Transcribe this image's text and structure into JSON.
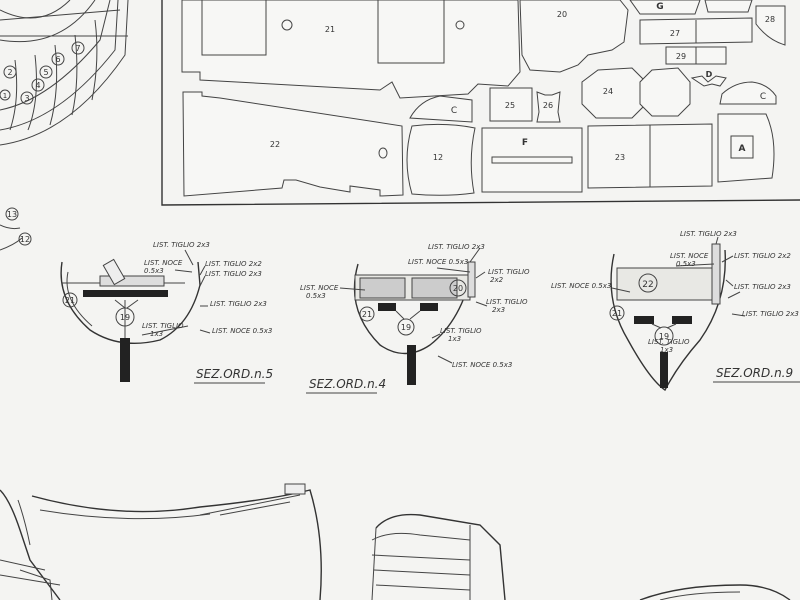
{
  "parts": {
    "p20": "20",
    "p21": "21",
    "pG": "G",
    "p28": "28",
    "p27": "27",
    "p29": "29",
    "pD": "D",
    "pC1": "C",
    "pC2": "C",
    "p25": "25",
    "p26": "26",
    "p24": "24",
    "p22": "22",
    "p12": "12",
    "pF": "F",
    "p23": "23",
    "pA": "A"
  },
  "frames": [
    "7",
    "6",
    "5",
    "4",
    "3",
    "2",
    "1"
  ],
  "left_marks": [
    "13",
    "12"
  ],
  "sec5": {
    "title": "SEZ.ORD.n.5",
    "list_tiglio_2x3_top": "LIST. TIGLIO 2x3",
    "list_noce": "LIST. NOCE",
    "noce_size": "0.5x3",
    "list_tiglio_2x2": "LIST. TIGLIO 2x2",
    "list_tiglio_2x3_mid": "LIST. TIGLIO 2x3",
    "list_tiglio_2x3_low": "LIST. TIGLIO 2x3",
    "list_tiglio": "LIST. TIGLIO",
    "tiglio_size": "1x3",
    "list_noce_05x3": "LIST. NOCE 0.5x3",
    "n21": "21",
    "n19": "19"
  },
  "sec4": {
    "title": "SEZ.ORD.n.4",
    "list_tiglio_2x3": "LIST. TIGLIO 2x3",
    "list_noce_top": "LIST. NOCE 0.5x3",
    "list_noce_left": "LIST. NOCE",
    "noce_left_size": "0.5x3",
    "list_tiglio_r": "LIST. TIGLIO",
    "tiglio_r_size": "2x2",
    "list_tiglio_2x3_mid": "LIST. TIGLIO",
    "tiglio_mid_size": "2x3",
    "list_tiglio_low": "LIST. TIGLIO",
    "tiglio_low_size": "1x3",
    "list_noce_bottom": "LIST. NOCE 0.5x3",
    "n20": "20",
    "n21": "21",
    "n19": "19"
  },
  "sec9": {
    "title": "SEZ.ORD.n.9",
    "list_tiglio_2x3_top": "LIST. TIGLIO 2x3",
    "list_noce": "LIST. NOCE",
    "noce_size": "0.5x3",
    "list_tiglio_2x2": "LIST. TIGLIO 2x2",
    "list_noce_left": "LIST. NOCE 0.5x3",
    "list_tiglio_2x3_a": "LIST. TIGLIO 2x3",
    "list_tiglio_2x3_b": "LIST. TIGLIO 2x3",
    "list_tiglio": "LIST. TIGLIO",
    "tiglio_size": "1x3",
    "n22": "22",
    "n21": "21",
    "n19": "19"
  }
}
